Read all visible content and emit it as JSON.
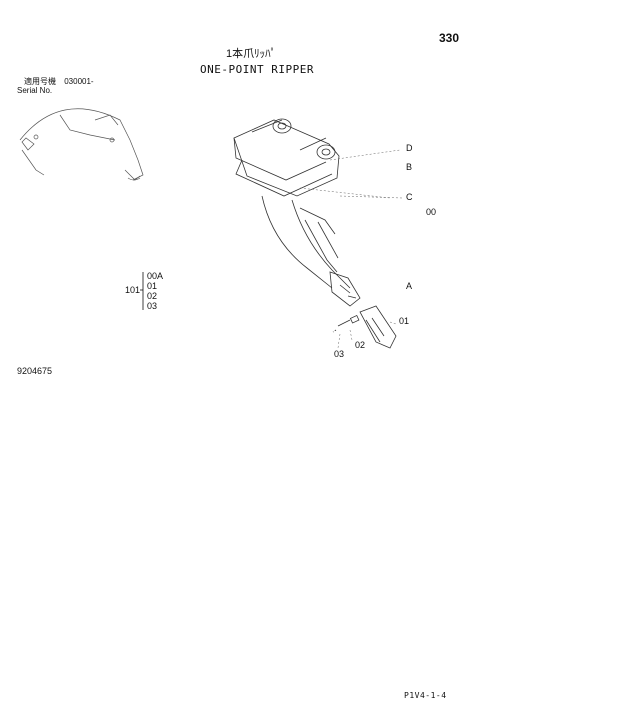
{
  "header": {
    "page_number": "330",
    "title_jp": "1本爪ﾘｯﾊﾟ",
    "title_en": "ONE-POINT RIPPER"
  },
  "serial": {
    "label_jp": "適用号機",
    "value": "030001-",
    "label_en": "Serial No."
  },
  "callouts": {
    "D": "D",
    "B": "B",
    "C": "C",
    "C_sub": "00",
    "A": "A",
    "p01": "01",
    "p02": "02",
    "p03": "03"
  },
  "parts_group": {
    "ref": "101",
    "items": [
      "00A",
      "01",
      "02",
      "03"
    ]
  },
  "drawing_number": "9204675",
  "footer_code": "P1V4-1-4"
}
